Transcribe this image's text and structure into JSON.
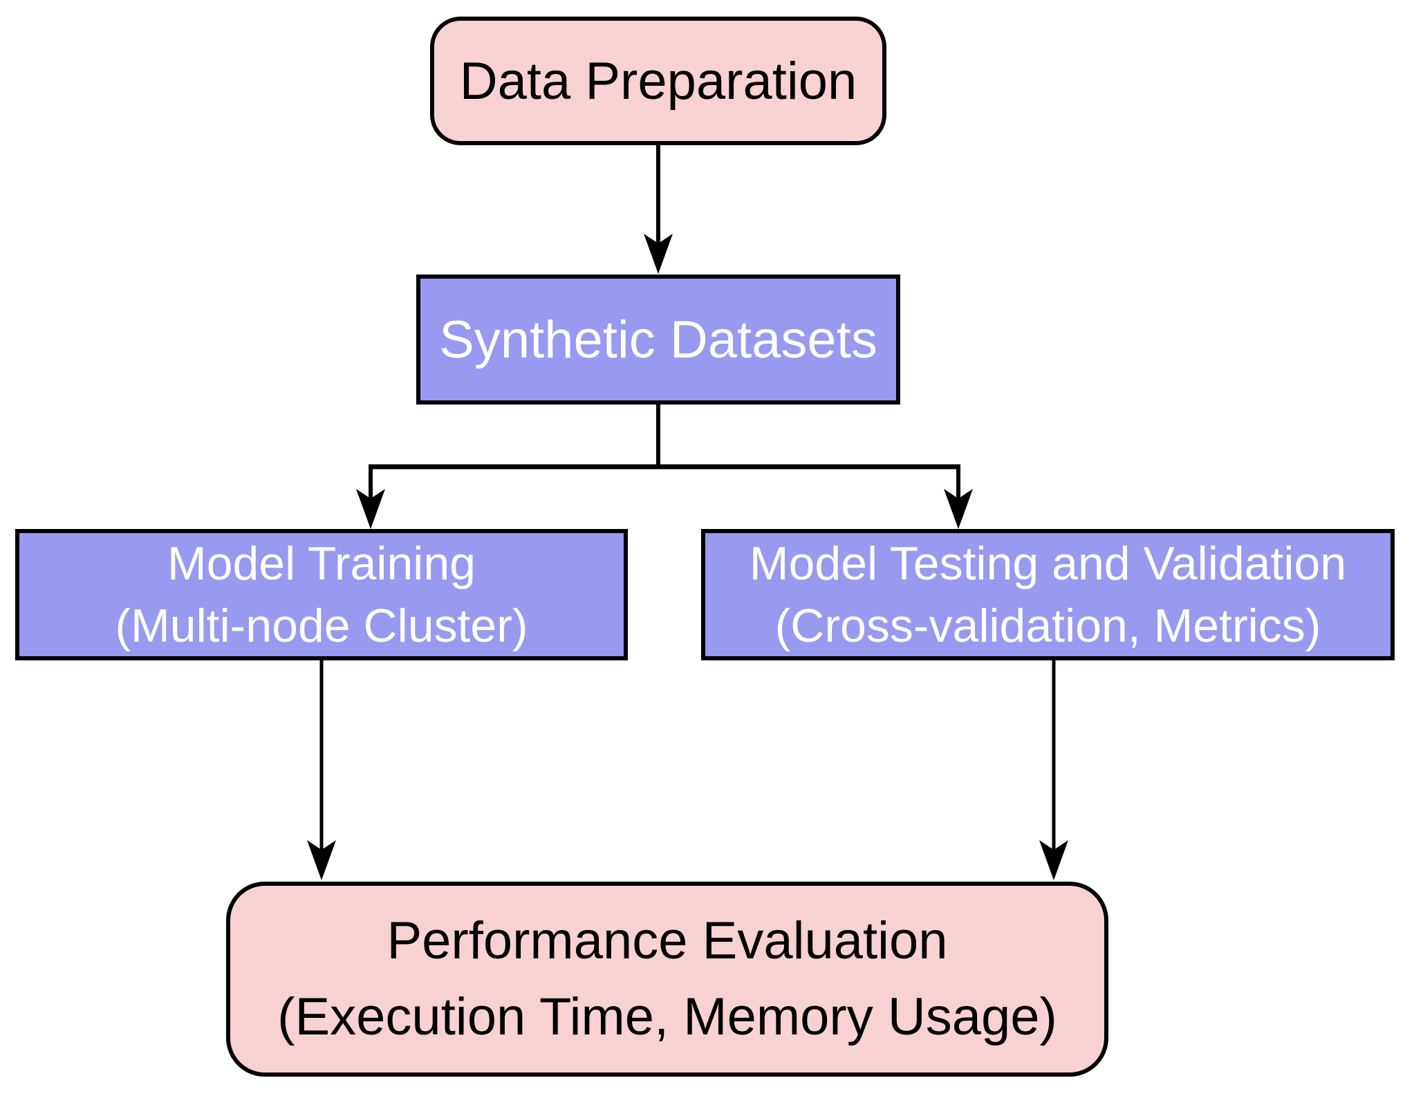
{
  "diagram": {
    "type": "flowchart",
    "background_color": "#ffffff",
    "colors": {
      "terminal_fill": "#f8d2d2",
      "process_fill": "#9999f0",
      "outline": "#000000",
      "text_on_pink": "#000000",
      "text_on_purple": "#ffffff"
    },
    "nodes": [
      {
        "id": "data-preparation",
        "label": "Data Preparation",
        "shape": "rounded-rectangle",
        "fill": "#f8d2d2"
      },
      {
        "id": "synthetic-datasets",
        "label": "Synthetic Datasets",
        "shape": "rectangle",
        "fill": "#9999f0"
      },
      {
        "id": "model-training",
        "label": "Model Training",
        "sublabel": "(Multi-node Cluster)",
        "shape": "rectangle",
        "fill": "#9999f0"
      },
      {
        "id": "model-testing",
        "label": "Model Testing and Validation",
        "sublabel": "(Cross-validation, Metrics)",
        "shape": "rectangle",
        "fill": "#9999f0"
      },
      {
        "id": "performance-evaluation",
        "label": "Performance Evaluation",
        "sublabel": "(Execution Time, Memory Usage)",
        "shape": "rounded-rectangle",
        "fill": "#f8d2d2"
      }
    ],
    "edges": [
      {
        "from": "data-preparation",
        "to": "synthetic-datasets",
        "style": "arrow-down"
      },
      {
        "from": "synthetic-datasets",
        "to": "model-training",
        "style": "orthogonal-split-arrow"
      },
      {
        "from": "synthetic-datasets",
        "to": "model-testing",
        "style": "orthogonal-split-arrow"
      },
      {
        "from": "model-training",
        "to": "performance-evaluation",
        "style": "arrow-down"
      },
      {
        "from": "model-testing",
        "to": "performance-evaluation",
        "style": "arrow-down"
      }
    ]
  }
}
